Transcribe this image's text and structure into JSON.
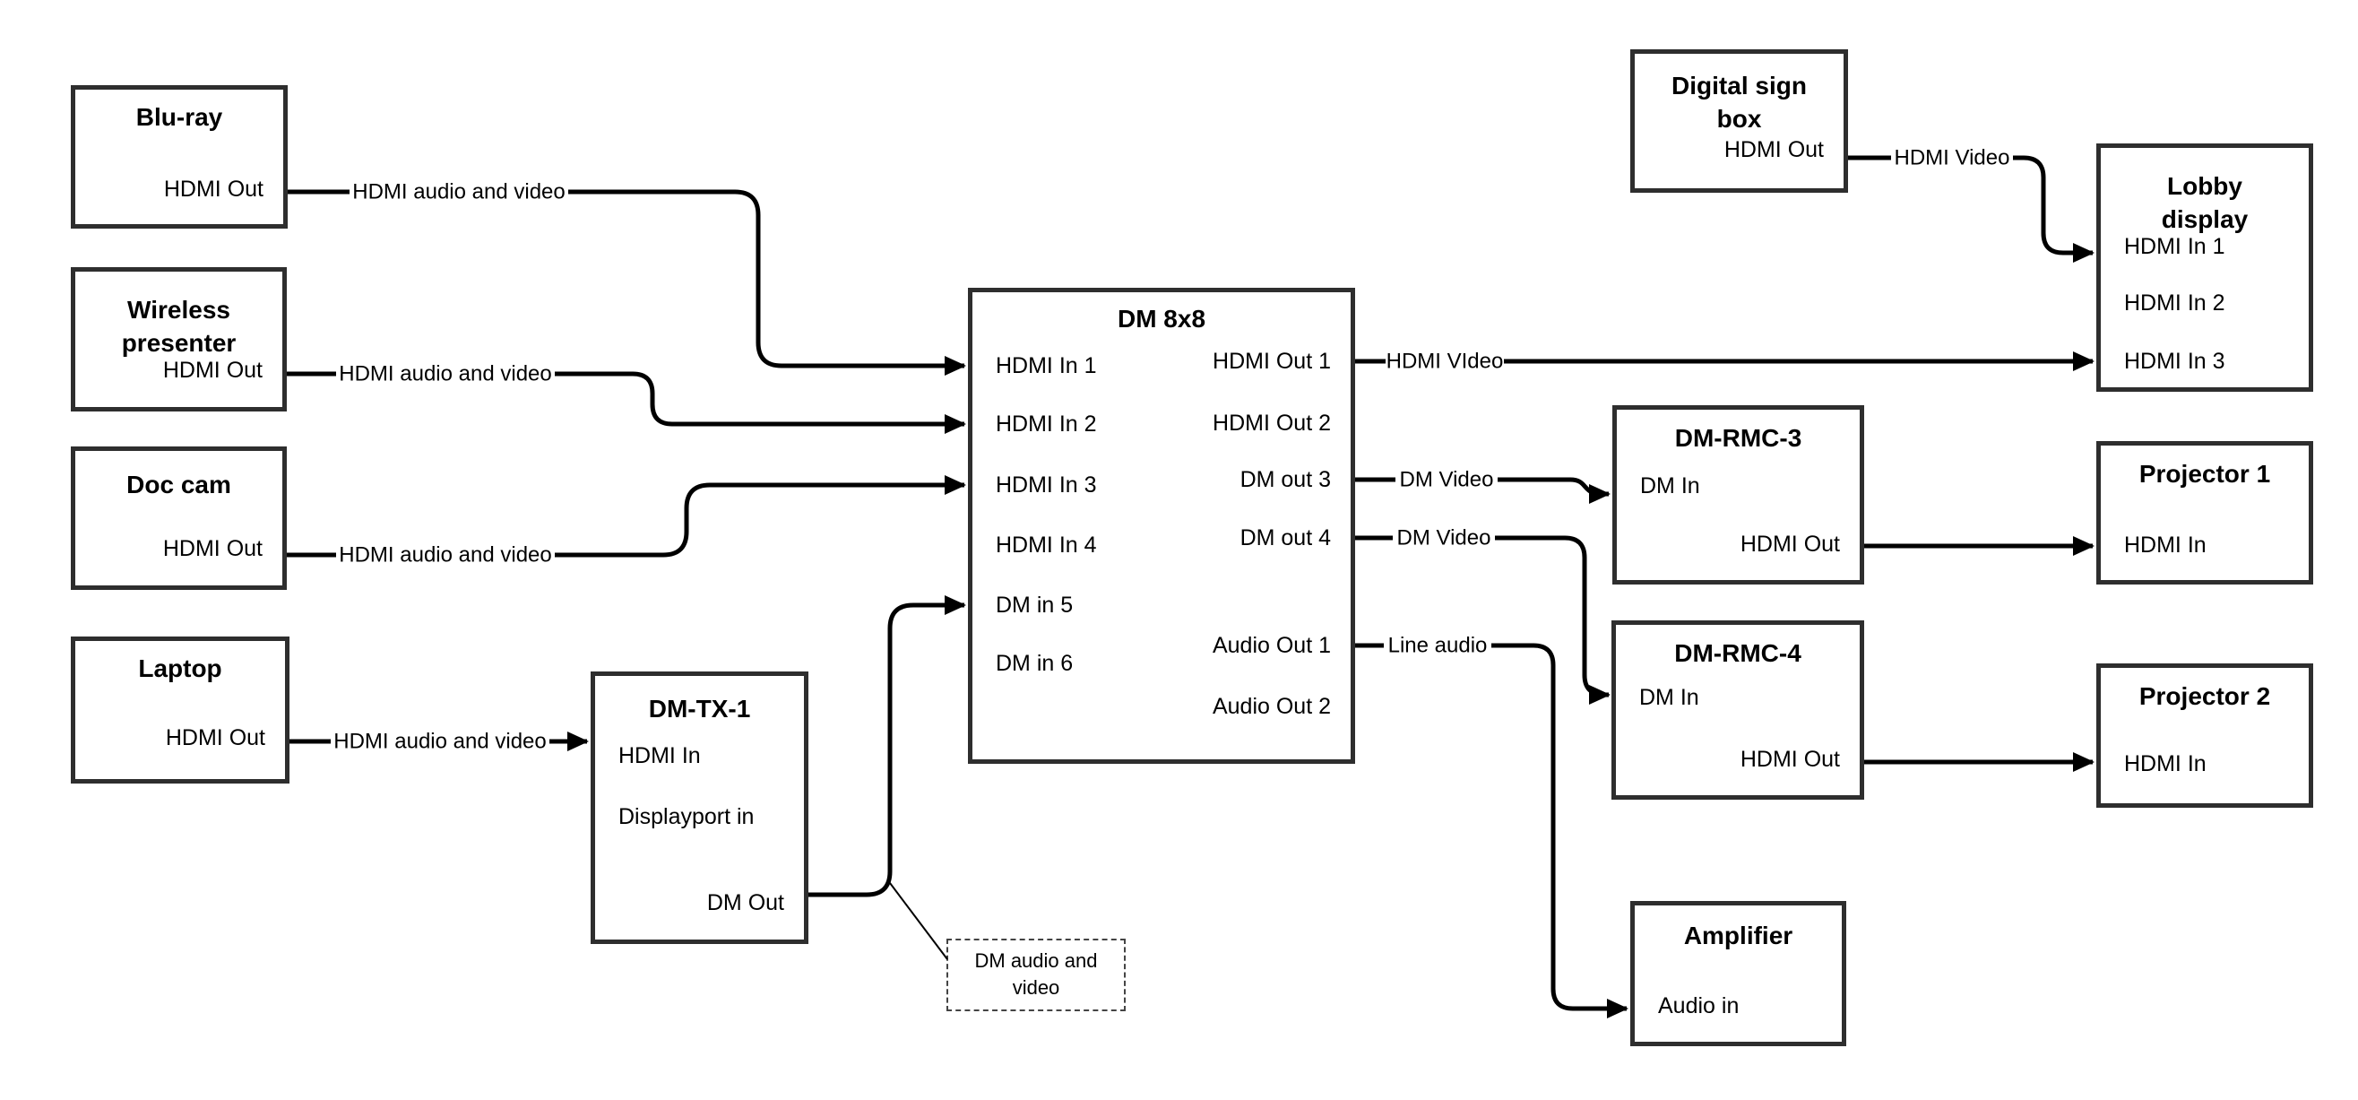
{
  "diagram": {
    "nodes": {
      "bluray": {
        "title_lines": [
          "Blu-ray"
        ],
        "ports": {
          "hdmi_out": "HDMI Out"
        }
      },
      "wireless": {
        "title_lines": [
          "Wireless",
          "presenter"
        ],
        "ports": {
          "hdmi_out": "HDMI Out"
        }
      },
      "doccam": {
        "title_lines": [
          "Doc cam"
        ],
        "ports": {
          "hdmi_out": "HDMI Out"
        }
      },
      "laptop": {
        "title_lines": [
          "Laptop"
        ],
        "ports": {
          "hdmi_out": "HDMI Out"
        }
      },
      "dmtx1": {
        "title_lines": [
          "DM-TX-1"
        ],
        "ports": {
          "hdmi_in": "HDMI In",
          "displayport_in": "Displayport in",
          "dm_out": "DM Out"
        }
      },
      "dm8x8": {
        "title_lines": [
          "DM 8x8"
        ],
        "ports_left": [
          "HDMI In 1",
          "HDMI In 2",
          "HDMI In 3",
          "HDMI In 4",
          "DM in 5",
          "DM in 6"
        ],
        "ports_right": [
          "HDMI Out 1",
          "HDMI Out 2",
          "DM out 3",
          "DM out 4",
          "Audio Out 1",
          "Audio Out 2"
        ]
      },
      "digital_sign": {
        "title_lines": [
          "Digital sign",
          "box"
        ],
        "ports": {
          "hdmi_out": "HDMI Out"
        }
      },
      "lobby": {
        "title_lines": [
          "Lobby",
          "display"
        ],
        "ports_left": [
          "HDMI In 1",
          "HDMI In 2",
          "HDMI In 3"
        ]
      },
      "rmc3": {
        "title_lines": [
          "DM-RMC-3"
        ],
        "ports": {
          "dm_in": "DM In",
          "hdmi_out": "HDMI Out"
        }
      },
      "proj1": {
        "title_lines": [
          "Projector 1"
        ],
        "ports": {
          "hdmi_in": "HDMI In"
        }
      },
      "rmc4": {
        "title_lines": [
          "DM-RMC-4"
        ],
        "ports": {
          "dm_in": "DM In",
          "hdmi_out": "HDMI Out"
        }
      },
      "proj2": {
        "title_lines": [
          "Projector 2"
        ],
        "ports": {
          "hdmi_in": "HDMI In"
        }
      },
      "amplifier": {
        "title_lines": [
          "Amplifier"
        ],
        "ports": {
          "audio_in": "Audio in"
        }
      }
    },
    "edges": {
      "bluray_dm1": {
        "label": "HDMI audio and video"
      },
      "wireless_dm2": {
        "label": "HDMI audio and video"
      },
      "doccam_dm3": {
        "label": "HDMI audio and video"
      },
      "laptop_tx": {
        "label": "HDMI audio and video"
      },
      "out1_lobby3": {
        "label": "HDMI VIdeo"
      },
      "out3_rmc3": {
        "label": "DM Video"
      },
      "out4_rmc4": {
        "label": "DM Video"
      },
      "audio1_amp": {
        "label": "Line audio"
      },
      "sign_lobby1": {
        "label": "HDMI Video"
      }
    },
    "callout": {
      "lines": [
        "DM audio and",
        "video"
      ]
    },
    "colors": {
      "line": "#000000",
      "box_border": "#2e2e2e",
      "background": "#ffffff",
      "text": "#000000"
    }
  }
}
